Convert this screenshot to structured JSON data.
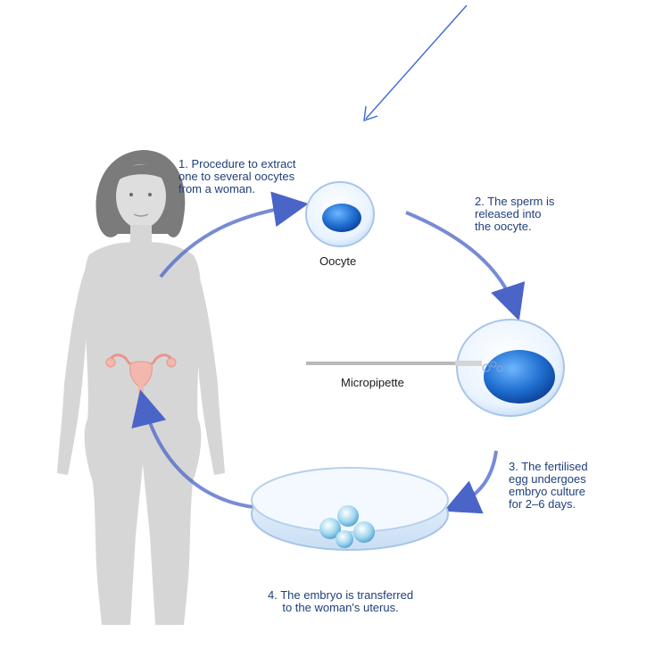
{
  "labels": {
    "step1": "1. Procedure to extract\none to several oocytes\nfrom a woman.",
    "step2": "2. The sperm is\nreleased into\nthe oocyte.",
    "step3": "3. The fertilised\negg  undergoes\nembryo culture\nfor 2–6 days.",
    "step4": "4. The embryo is transferred\nto the woman's uterus.",
    "oocyte": "Oocyte",
    "micropipette": "Micropipette"
  },
  "colors": {
    "arrow_blue": "#4a64c8",
    "label_blue": "#1f3f7a",
    "nucleus_blue": "#1f6fd0",
    "body_gray": "#d6d6d6",
    "hair_gray": "#7b7b7b",
    "uterus_pink": "#f2b8ad"
  }
}
